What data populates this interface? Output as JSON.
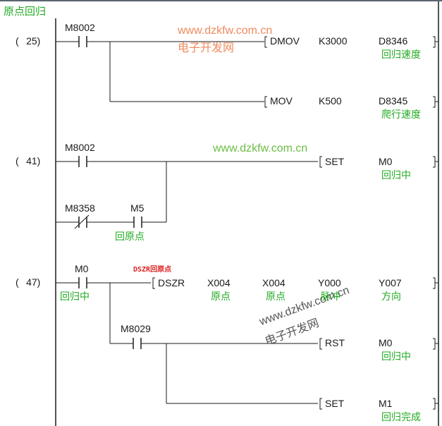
{
  "title": "原点回归",
  "rungs": [
    {
      "number": "25",
      "contacts": [
        {
          "device": "M8002",
          "type": "NO",
          "comment": ""
        }
      ],
      "outputs": [
        {
          "instr": "DMOV",
          "ops": [
            "K3000",
            "D8346"
          ],
          "comments": [
            "",
            "回归速度"
          ]
        },
        {
          "instr": "MOV",
          "ops": [
            "K500",
            "D8345"
          ],
          "comments": [
            "",
            "爬行速度"
          ]
        }
      ]
    },
    {
      "number": "41",
      "contacts": [
        {
          "device": "M8002",
          "type": "NO",
          "comment": ""
        },
        {
          "device": "M8358",
          "type": "NC",
          "comment": ""
        },
        {
          "device": "M5",
          "type": "NO",
          "comment": "回原点"
        }
      ],
      "outputs": [
        {
          "instr": "SET",
          "ops": [
            "M0"
          ],
          "comments": [
            "回归中"
          ]
        }
      ]
    },
    {
      "number": "47",
      "contacts": [
        {
          "device": "M0",
          "type": "NO",
          "comment": "回归中"
        },
        {
          "device": "M8029",
          "type": "NO",
          "comment": ""
        }
      ],
      "note": "DSZR回原点",
      "outputs": [
        {
          "instr": "DSZR",
          "ops": [
            "X004",
            "X004",
            "Y000",
            "Y007"
          ],
          "comments": [
            "原点",
            "原点",
            "脉冲",
            "方向"
          ]
        },
        {
          "instr": "RST",
          "ops": [
            "M0"
          ],
          "comments": [
            "回归中"
          ]
        },
        {
          "instr": "SET",
          "ops": [
            "M1"
          ],
          "comments": [
            "回归完成"
          ]
        }
      ]
    }
  ],
  "watermarks": {
    "url": "www.dzkfw.com.cn",
    "name": "电子开发网"
  },
  "colors": {
    "wire": "#1a1a1a",
    "comment": "#22aa22",
    "note": "#dd2222",
    "watermark_orange": "#f08a5d",
    "watermark_green": "#6cbd45"
  }
}
